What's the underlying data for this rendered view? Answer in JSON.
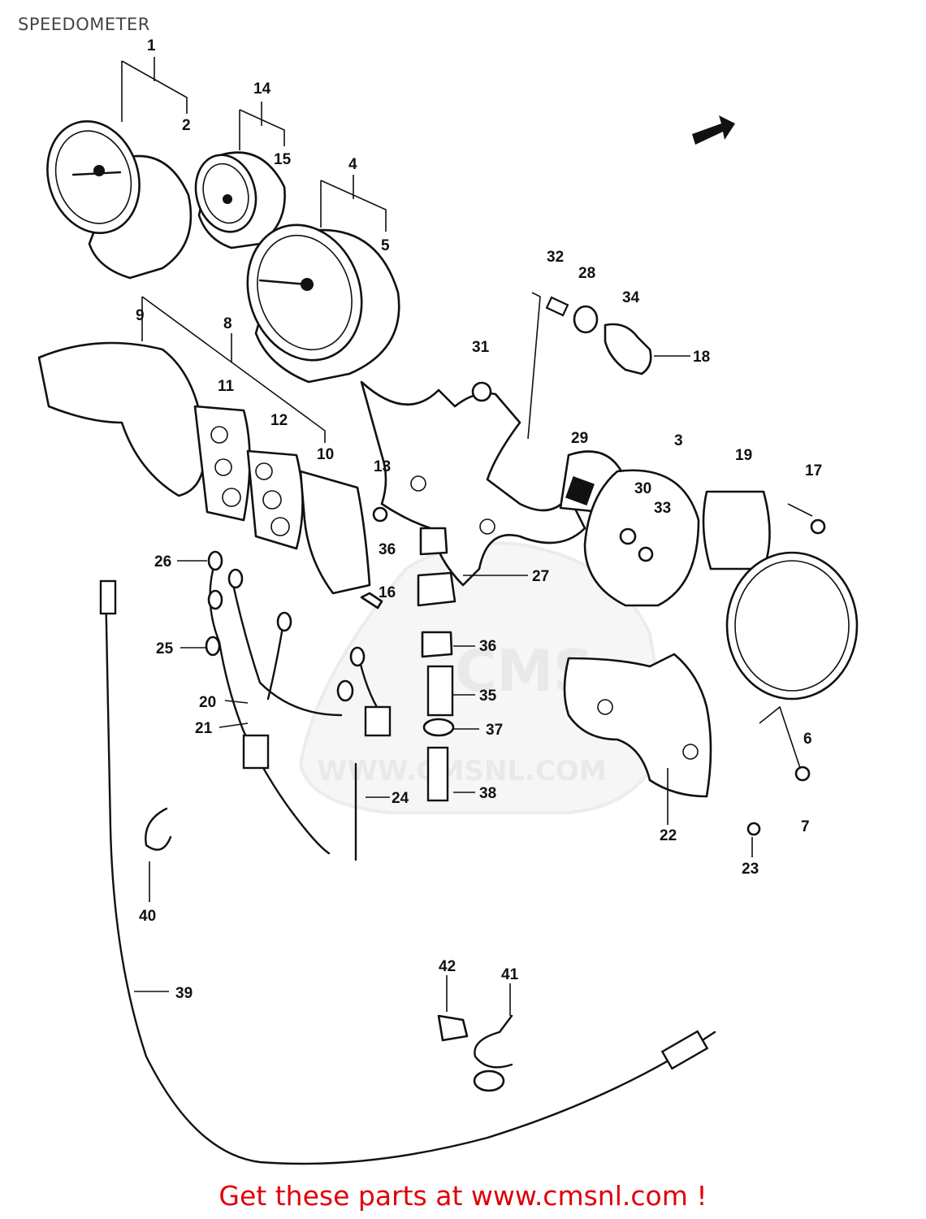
{
  "diagram": {
    "title": "SPEEDOMETER",
    "footer": "Get these parts at www.cmsnl.com !",
    "watermark": {
      "logo_text": "CMS",
      "url_text": "WWW.CMSNL.COM"
    },
    "callouts": [
      {
        "id": "c1",
        "text": "1"
      },
      {
        "id": "c2",
        "text": "2"
      },
      {
        "id": "c3",
        "text": "3"
      },
      {
        "id": "c4",
        "text": "4"
      },
      {
        "id": "c5",
        "text": "5"
      },
      {
        "id": "c6",
        "text": "6"
      },
      {
        "id": "c7",
        "text": "7"
      },
      {
        "id": "c8",
        "text": "8"
      },
      {
        "id": "c9",
        "text": "9"
      },
      {
        "id": "c10",
        "text": "10"
      },
      {
        "id": "c11",
        "text": "11"
      },
      {
        "id": "c12",
        "text": "12"
      },
      {
        "id": "c13",
        "text": "13"
      },
      {
        "id": "c14",
        "text": "14"
      },
      {
        "id": "c15",
        "text": "15"
      },
      {
        "id": "c16",
        "text": "16"
      },
      {
        "id": "c18",
        "text": "18"
      },
      {
        "id": "c17",
        "text": "17"
      },
      {
        "id": "c19",
        "text": "19"
      },
      {
        "id": "c20",
        "text": "20"
      },
      {
        "id": "c21",
        "text": "21"
      },
      {
        "id": "c22",
        "text": "22"
      },
      {
        "id": "c23",
        "text": "23"
      },
      {
        "id": "c24",
        "text": "24"
      },
      {
        "id": "c25",
        "text": "25"
      },
      {
        "id": "c26",
        "text": "26"
      },
      {
        "id": "c27",
        "text": "27"
      },
      {
        "id": "c28",
        "text": "28"
      },
      {
        "id": "c29",
        "text": "29"
      },
      {
        "id": "c30",
        "text": "30"
      },
      {
        "id": "c31",
        "text": "31"
      },
      {
        "id": "c32",
        "text": "32"
      },
      {
        "id": "c33",
        "text": "33"
      },
      {
        "id": "c34",
        "text": "34"
      },
      {
        "id": "c35",
        "text": "35"
      },
      {
        "id": "c36a",
        "text": "36"
      },
      {
        "id": "c36b",
        "text": "36"
      },
      {
        "id": "c37",
        "text": "37"
      },
      {
        "id": "c38",
        "text": "38"
      },
      {
        "id": "c39",
        "text": "39"
      },
      {
        "id": "c40",
        "text": "40"
      },
      {
        "id": "c41",
        "text": "41"
      },
      {
        "id": "c42",
        "text": "42"
      }
    ]
  }
}
